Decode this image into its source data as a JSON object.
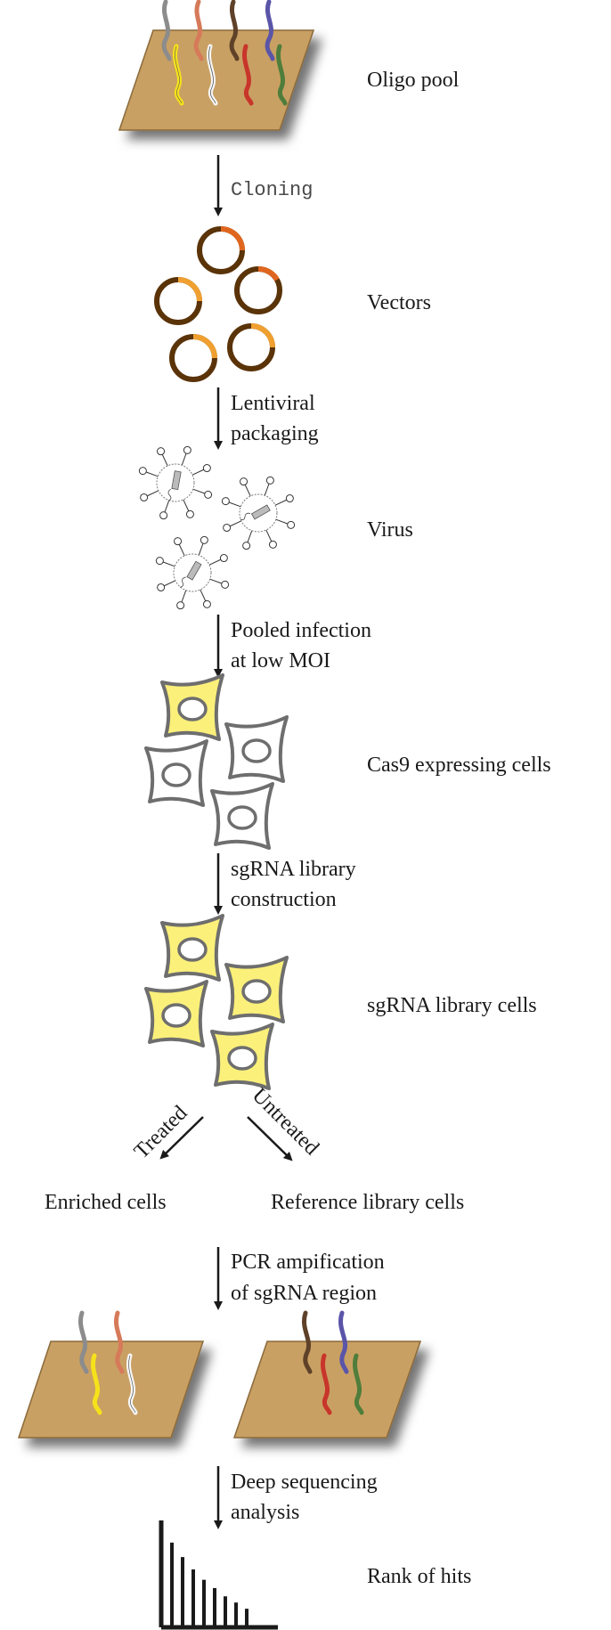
{
  "stages": {
    "oligo_pool": "Oligo pool",
    "vectors": "Vectors",
    "virus": "Virus",
    "cas9_cells": "Cas9 expressing cells",
    "sgrna_library_cells": "sgRNA library cells",
    "enriched_cells": "Enriched cells",
    "reference_cells": "Reference library cells",
    "rank_of_hits": "Rank of hits"
  },
  "steps": {
    "cloning": "Cloning",
    "lentiviral_1": "Lentiviral",
    "lentiviral_2": "packaging",
    "pooled_1": "Pooled infection",
    "pooled_2": "at low MOI",
    "sgrna_1": "sgRNA library",
    "sgrna_2": "construction",
    "pcr_1": "PCR ampification",
    "pcr_2": "of sgRNA region",
    "deep_1": "Deep sequencing",
    "deep_2": "analysis",
    "treated": "Treated",
    "untreated": "Untreated"
  },
  "colors": {
    "tray": "#c9a064",
    "tray_edge": "#8a6a3a",
    "plasmid_body": "#5a3308",
    "plasmid_accent_1": "#e0661f",
    "plasmid_accent_2": "#f0a030",
    "cell_yellow": "#fbf07a",
    "cell_border": "#6e6e6e",
    "arrow": "#1a1a1a",
    "strand_grey": "#8c8c8c",
    "strand_salmon": "#d67a5a",
    "strand_brown": "#5e4128",
    "strand_purple": "#5a55a8",
    "strand_yellow": "#f6e21a",
    "strand_white": "#f7f7f7",
    "strand_red": "#c8352a",
    "strand_green": "#4f7d3b"
  },
  "icons": {
    "oligo_tray": "oligo-array-icon",
    "plasmid": "plasmid-icon",
    "virus": "virus-particle-icon",
    "cell": "cell-icon",
    "histogram": "ranked-histogram-icon"
  },
  "histogram_ranks": [
    1.0,
    0.82,
    0.68,
    0.56,
    0.46,
    0.38,
    0.3,
    0.24,
    0.18
  ]
}
